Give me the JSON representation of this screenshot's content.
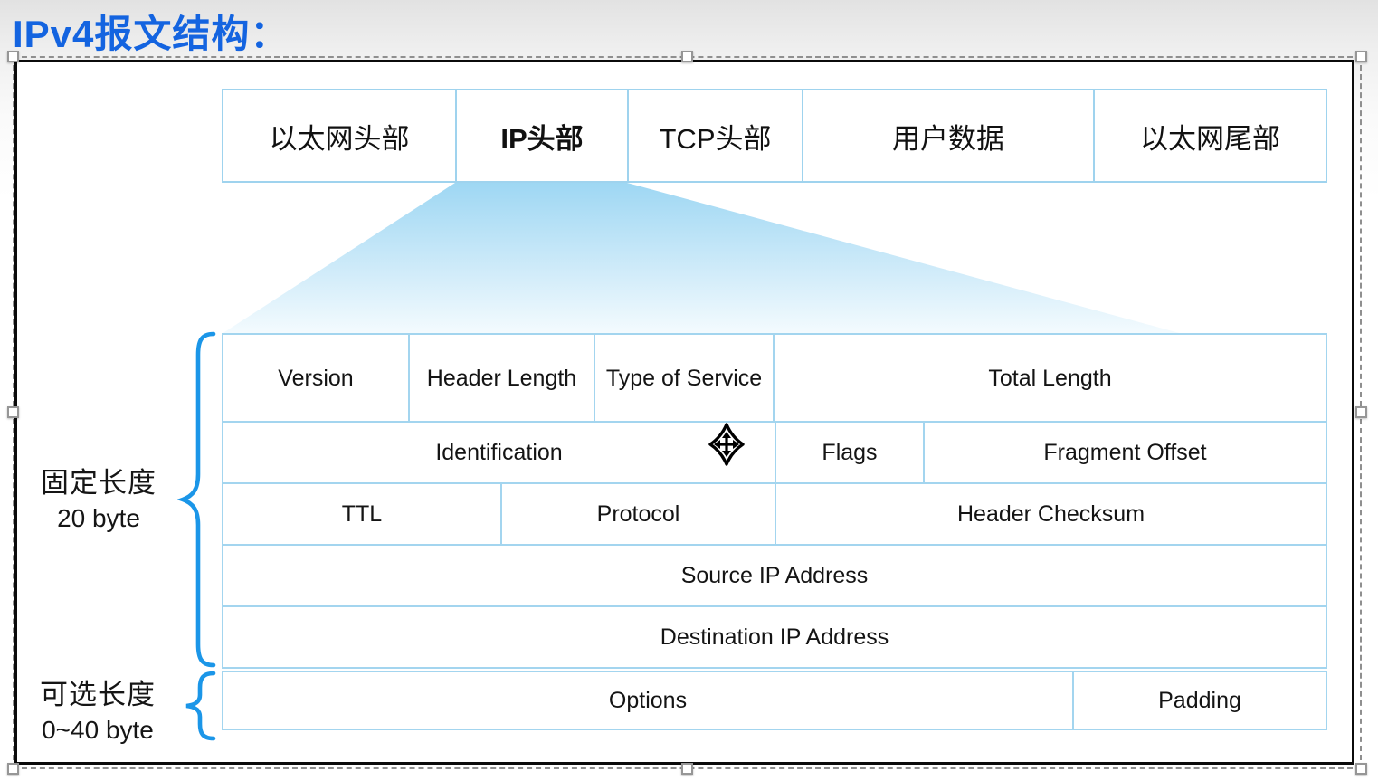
{
  "page": {
    "title": "IPv4报文结构："
  },
  "packet_row": {
    "segments": [
      {
        "label": "以太网头部"
      },
      {
        "label": "IP头部"
      },
      {
        "label": "TCP头部"
      },
      {
        "label": "用户数据"
      },
      {
        "label": "以太网尾部"
      }
    ]
  },
  "ip_header_table": {
    "row1": {
      "version": "Version",
      "header_length": "Header Length",
      "type_of_service": "Type of Service",
      "total_length": "Total Length"
    },
    "row2": {
      "identification": "Identification",
      "flags": "Flags",
      "fragment_offset": "Fragment Offset"
    },
    "row3": {
      "ttl": "TTL",
      "protocol": "Protocol",
      "header_checksum": "Header Checksum"
    },
    "row4": {
      "source": "Source IP Address"
    },
    "row5": {
      "destination": "Destination IP Address"
    },
    "row6": {
      "options": "Options",
      "padding": "Padding"
    }
  },
  "annotations": {
    "fixed_length": {
      "title": "固定长度",
      "size": "20 byte"
    },
    "optional_length": {
      "title": "可选长度",
      "size": "0~40 byte"
    }
  },
  "icons": {
    "move_cursor": "move-cursor-icon",
    "selection_handles": "resize-handle"
  },
  "colors": {
    "title_blue": "#1464e0",
    "table_border_blue": "#a3d5ef",
    "brace_blue": "#1b96e8",
    "funnel_top": "#9ed7f3",
    "funnel_bottom": "#f4fbfe",
    "frame_border": "#0b0b0b"
  }
}
